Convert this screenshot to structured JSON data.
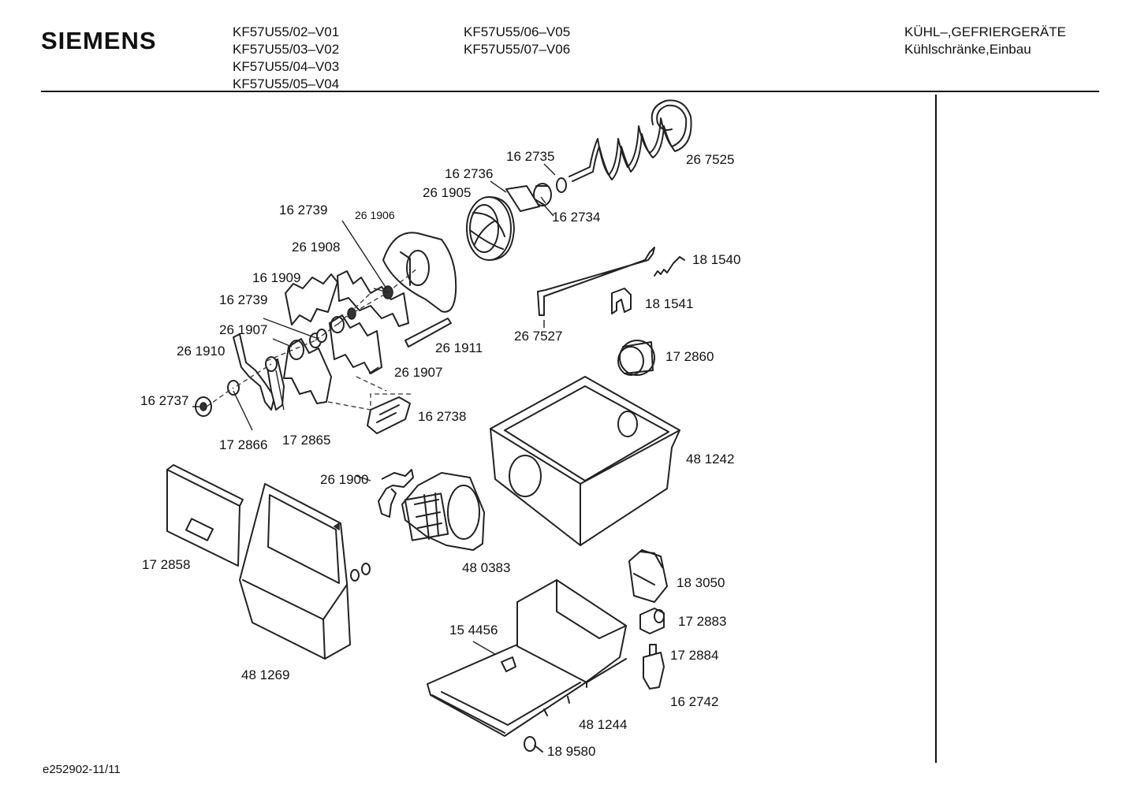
{
  "header": {
    "brand": "SIEMENS",
    "models_col1": [
      "KF57U55/02–V01",
      "KF57U55/03–V02",
      "KF57U55/04–V03",
      "KF57U55/05–V04"
    ],
    "models_col2": [
      "KF57U55/06–V05",
      "KF57U55/07–V06"
    ],
    "category_line1": "KÜHL–,GEFRIERGERÄTE",
    "category_line2": "Kühlschränke,Einbau"
  },
  "parts": [
    "26 7525",
    "16 2735",
    "16 2736",
    "26 1905",
    "16 2734",
    "26 1906",
    "16 2739",
    "26 1908",
    "16 1909",
    "16 2739",
    "26 1907",
    "26 1911",
    "26 1910",
    "26 1907",
    "16 2737",
    "16 2738",
    "17 2866",
    "17 2865",
    "18 1540",
    "18 1541",
    "26 7527",
    "17 2860",
    "48 1242",
    "26 1900",
    "48 0383",
    "17 2858",
    "48 1269",
    "18 3050",
    "17 2883",
    "15 4456",
    "17 2884",
    "16 2742",
    "48 1244",
    "18 9580"
  ],
  "footer": {
    "code": "e252902-11/11"
  }
}
